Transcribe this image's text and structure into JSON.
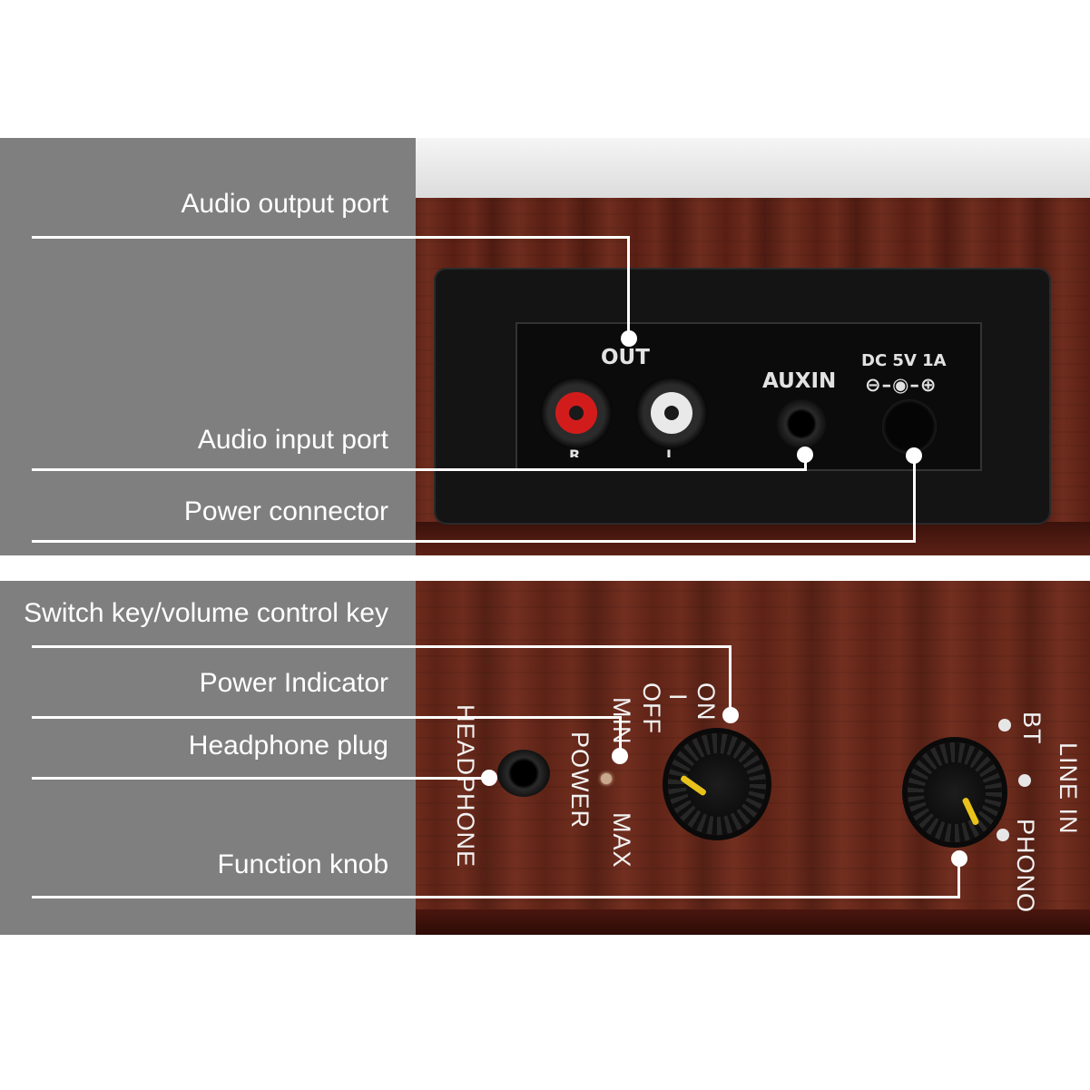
{
  "plate": {
    "out_label": "OUT",
    "auxin_label": "AUXIN",
    "dc_label": "DC 5V 1A",
    "polarity_symbol": "⊖–◉–⊕",
    "r_label": "R",
    "l_label": "L"
  },
  "front_panel": {
    "on_label": "ON",
    "i_label": "I",
    "off_label": "OFF",
    "min_label": "MIN",
    "max_label": "MAX",
    "power_label": "POWER",
    "headphone_label": "HEADPHONE",
    "bt_label": "BT",
    "line_in_label": "LINE IN",
    "phono_label": "PHONO"
  },
  "callouts": [
    {
      "label": "Audio output port"
    },
    {
      "label": "Audio input port"
    },
    {
      "label": "Power connector"
    },
    {
      "label": "Switch key/volume control key"
    },
    {
      "label": "Power Indicator"
    },
    {
      "label": "Headphone plug"
    },
    {
      "label": "Function knob"
    }
  ],
  "colors": {
    "overlay_gray": "#7f7f7f",
    "wood": "#5e2316",
    "knob_marker": "#e8c21a",
    "rca_red": "#d21c1c"
  }
}
